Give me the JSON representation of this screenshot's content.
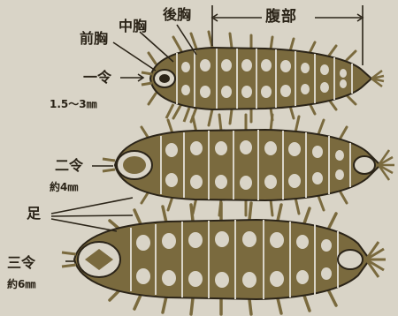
{
  "labels": {
    "prothorax": "前胸",
    "mesothorax": "中胸",
    "metathorax": "後胸",
    "abdomen": "腹部",
    "legs": "足"
  },
  "larvae": [
    {
      "instar": "一令",
      "length": "1.5～3㎜"
    },
    {
      "instar": "二令",
      "length": "約4㎜"
    },
    {
      "instar": "三令",
      "length": "約6㎜"
    }
  ],
  "colors": {
    "background": "#d9d4c7",
    "body": "#7a6a3e",
    "spot": "#d9d4c7",
    "ink": "#2b2418"
  }
}
